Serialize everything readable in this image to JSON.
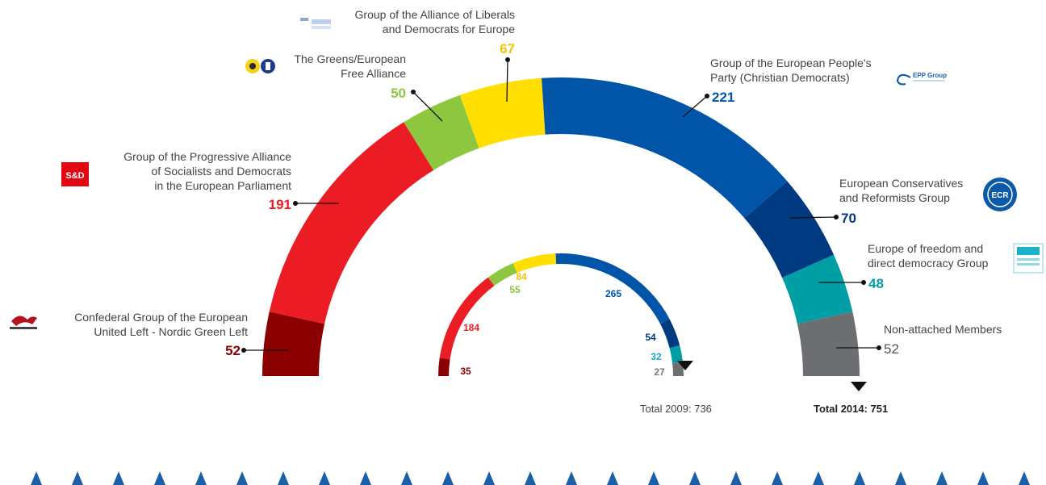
{
  "chart_data": {
    "type": "pie",
    "variant": "semicircle-hemicycle",
    "series": [
      {
        "name": "Total 2014: 751",
        "role": "outer-ring",
        "values": [
          52,
          191,
          50,
          67,
          221,
          70,
          48,
          52
        ]
      },
      {
        "name": "Total 2009: 736",
        "role": "inner-ring",
        "values": [
          35,
          184,
          55,
          84,
          265,
          54,
          32,
          27
        ]
      }
    ],
    "categories": [
      {
        "label_lines": [
          "Confederal Group of the European",
          "United Left - Nordic Green Left"
        ],
        "seats_2014": "52",
        "seats_2009": "35",
        "color": "#8b0000",
        "label_color": "#8b0000",
        "inner_label_color": "#8b0000",
        "logo": "gue-ngl-logo"
      },
      {
        "label_lines": [
          "Group of the Progressive Alliance",
          "of Socialists and Democrats",
          "in the European Parliament"
        ],
        "seats_2014": "191",
        "seats_2009": "184",
        "color": "#ec1c24",
        "label_color": "#ec1c24",
        "inner_label_color": "#ec1c24",
        "logo": "sd-logo",
        "logo_text": "S&D"
      },
      {
        "label_lines": [
          "The Greens/European",
          "Free Alliance"
        ],
        "seats_2014": "50",
        "seats_2009": "55",
        "color": "#8dc63f",
        "label_color": "#8dc63f",
        "inner_label_color": "#8dc63f",
        "logo": "greens-efa-logo"
      },
      {
        "label_lines": [
          "Group of the Alliance of Liberals",
          "and Democrats for Europe"
        ],
        "seats_2014": "67",
        "seats_2009": "84",
        "color": "#ffde00",
        "label_color": "#f2c500",
        "inner_label_color": "#f2c500",
        "logo": "alde-logo"
      },
      {
        "label_lines": [
          "Group of the European People's",
          "Party (Christian Democrats)"
        ],
        "seats_2014": "221",
        "seats_2009": "265",
        "color": "#0055a8",
        "label_color": "#0055a8",
        "inner_label_color": "#0055a8",
        "logo": "epp-logo",
        "logo_text": "EPP Group"
      },
      {
        "label_lines": [
          "European Conservatives",
          "and Reformists Group"
        ],
        "seats_2014": "70",
        "seats_2009": "54",
        "color": "#003a80",
        "label_color": "#003a80",
        "inner_label_color": "#003a80",
        "logo": "ecr-logo",
        "logo_text": "ECR"
      },
      {
        "label_lines": [
          "Europe of freedom and",
          "direct democracy Group"
        ],
        "seats_2014": "48",
        "seats_2009": "32",
        "color": "#009fa6",
        "label_color": "#009fa6",
        "inner_label_color": "#1aa9d0",
        "logo": "efdd-logo"
      },
      {
        "label_lines": [
          "Non-attached Members"
        ],
        "seats_2014": "52",
        "seats_2009": "27",
        "color": "#6d6e71",
        "label_color": "#555555",
        "inner_label_color": "#777777",
        "logo": "none"
      }
    ],
    "totals": {
      "total_2009": "Total 2009: 736",
      "total_2014": "Total 2014: 751"
    },
    "legend": "labels-around-chart",
    "decoration": {
      "marker_color": "#1a5fa8",
      "marker_icon": "triangle-seat-marker-icon",
      "arrow_icon": "triangle-down-arrow-icon"
    }
  }
}
